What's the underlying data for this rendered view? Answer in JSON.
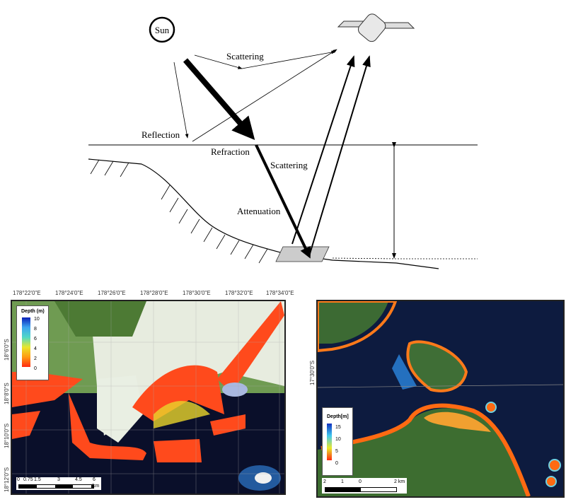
{
  "diagram": {
    "sun_label": "Sun",
    "labels": {
      "scattering_air": "Scattering",
      "reflection": "Reflection",
      "refraction": "Refraction",
      "scattering_water": "Scattering",
      "attenuation": "Attenuation"
    }
  },
  "map_left": {
    "x_ticks": [
      "178°22'0\"E",
      "178°24'0\"E",
      "178°26'0\"E",
      "178°28'0\"E",
      "178°30'0\"E",
      "178°32'0\"E",
      "178°34'0\"E"
    ],
    "y_ticks": [
      "18°6'0\"S",
      "18°8'0\"S",
      "18°10'0\"S",
      "18°12'0\"S"
    ],
    "legend_title": "Depth (m)",
    "legend_values": [
      "10",
      "8",
      "6",
      "4",
      "2",
      "0"
    ],
    "scale_labels": [
      "0",
      "0.75",
      "1.5",
      "3",
      "4.5",
      "6"
    ],
    "scale_unit": "km"
  },
  "map_right": {
    "y_tick": "17°30'0\"S",
    "legend_title": "Depth[m]",
    "legend_values": [
      "15",
      "10",
      "5",
      "0"
    ],
    "scale_labels": [
      "2",
      "1",
      "0",
      "2 km"
    ]
  }
}
